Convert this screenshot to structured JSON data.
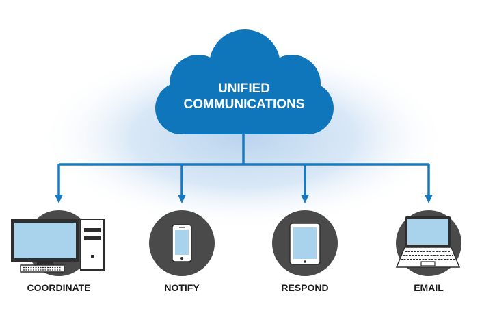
{
  "colors": {
    "cloud": "#0f76bc",
    "connector": "#1a78bd",
    "icon_circle": "#4a4a4a",
    "screen": "#a9d3ec",
    "glow": "#c6dcf1"
  },
  "cloud": {
    "line1": "UNIFIED",
    "line2": "COMMUNICATIONS"
  },
  "nodes": [
    {
      "label": "COORDINATE",
      "icon": "desktop-computer-icon"
    },
    {
      "label": "NOTIFY",
      "icon": "smartphone-icon"
    },
    {
      "label": "RESPOND",
      "icon": "tablet-icon"
    },
    {
      "label": "EMAIL",
      "icon": "laptop-icon"
    }
  ]
}
